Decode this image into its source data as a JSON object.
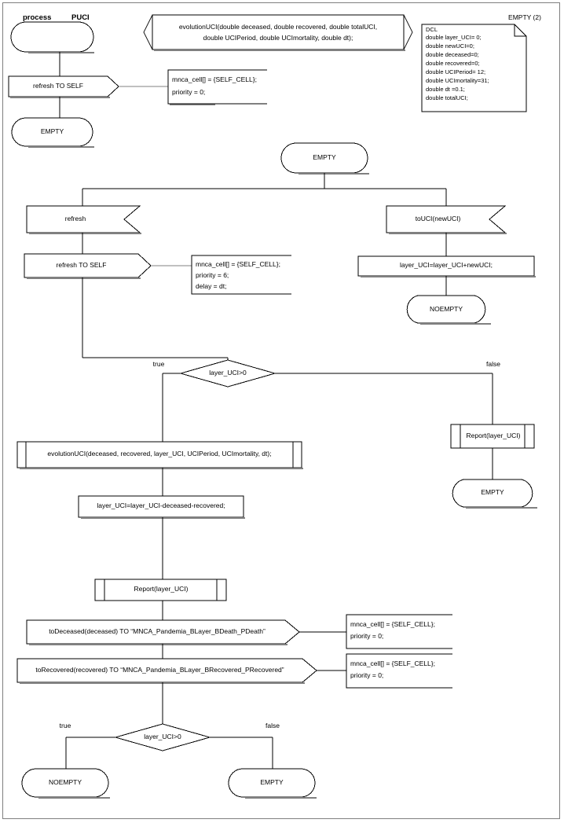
{
  "diagram": {
    "kind": "SDL process diagram",
    "header": {
      "process_keyword": "process",
      "process_name": "PUCI",
      "page_label": "EMPTY (2)"
    },
    "declaration": {
      "procedure_signature_line1": "evolutionUCI(double deceased, double recovered, double totalUCI,",
      "procedure_signature_line2": "double UCIPeriod, double UCImortality, double dt);"
    },
    "dcl_note": {
      "title": "DCL",
      "lines": [
        "double layer_UCI= 0;",
        "double newUCI=0;",
        "double deceased=0;",
        "double recovered=0;",
        "double UCIPeriod= 12;",
        "double UCImortality=31;",
        "double dt =0.1;",
        "double totalUCI;"
      ]
    },
    "nodes": {
      "start_state": "",
      "output_refresh_self_top": "refresh TO SELF",
      "state_empty_top": "EMPTY",
      "state_empty_main": "EMPTY",
      "input_refresh": "refresh",
      "output_refresh_self_main": "refresh TO SELF",
      "input_touci": "toUCI(newUCI)",
      "task_layer_add": "layer_UCI=layer_UCI+newUCI;",
      "state_noempty_right": "NOEMPTY",
      "decision_top": "layer_UCI>0",
      "decision_top_true": "true",
      "decision_top_false": "false",
      "call_evolutionuci": "evolutionUCI(deceased, recovered, layer_UCI, UCIPeriod, UCImortality, dt);",
      "task_layer_sub": "layer_UCI=layer_UCI-deceased-recovered;",
      "call_report_right": "Report(layer_UCI)",
      "state_empty_right": "EMPTY",
      "call_report_main": "Report(layer_UCI)",
      "output_todeceased": "toDeceased(deceased) TO “MNCA_Pandemia_BLayer_BDeath_PDeath”",
      "output_torecovered": "toRecovered(recovered) TO “MNCA_Pandemia_BLayer_BRecovered_PRecovered”",
      "decision_bottom": "layer_UCI>0",
      "decision_bottom_true": "true",
      "decision_bottom_false": "false",
      "state_noempty_bottom": "NOEMPTY",
      "state_empty_bottom": "EMPTY"
    },
    "comments": {
      "comment_top": [
        "mnca_cell[] = {SELF_CELL};",
        "priority = 0;"
      ],
      "comment_refresh": [
        "mnca_cell[] = {SELF_CELL};",
        "priority = 6;",
        "delay = dt;"
      ],
      "comment_deceased": [
        "mnca_cell[] = {SELF_CELL};",
        "priority = 0;"
      ],
      "comment_recovered": [
        "mnca_cell[] = {SELF_CELL};",
        "priority = 0;"
      ]
    },
    "colors": {
      "stroke": "#000000",
      "shadow": "#808080",
      "frame": "#7f7f7f",
      "background": "#ffffff"
    }
  }
}
